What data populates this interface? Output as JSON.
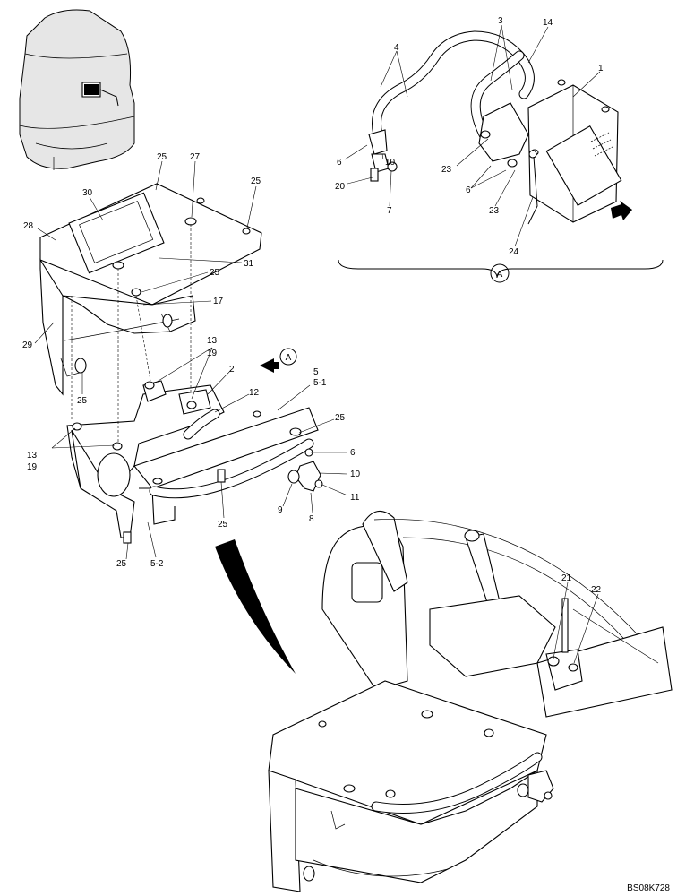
{
  "figure_code": "BS08K728",
  "detail_ref": "A",
  "labels": {
    "l1": "1",
    "l2": "2",
    "l3": "3",
    "l4": "4",
    "l5": "5",
    "l5_1": "5-1",
    "l5_2": "5-2",
    "l6a": "6",
    "l6b": "6",
    "l6c": "6",
    "l7": "7",
    "l8": "8",
    "l9": "9",
    "l10a": "10",
    "l10b": "10",
    "l11": "11",
    "l12": "12",
    "l13a": "13",
    "l13b": "13",
    "l14": "14",
    "l17": "17",
    "l19a": "19",
    "l19b": "19",
    "l20": "20",
    "l21": "21",
    "l22": "22",
    "l23a": "23",
    "l23b": "23",
    "l24": "24",
    "l25a": "25",
    "l25b": "25",
    "l25c": "25",
    "l25d": "25",
    "l25e": "25",
    "l25f": "25",
    "l25g": "25",
    "l27": "27",
    "l28": "28",
    "l29": "29",
    "l30": "30",
    "l31": "31"
  }
}
